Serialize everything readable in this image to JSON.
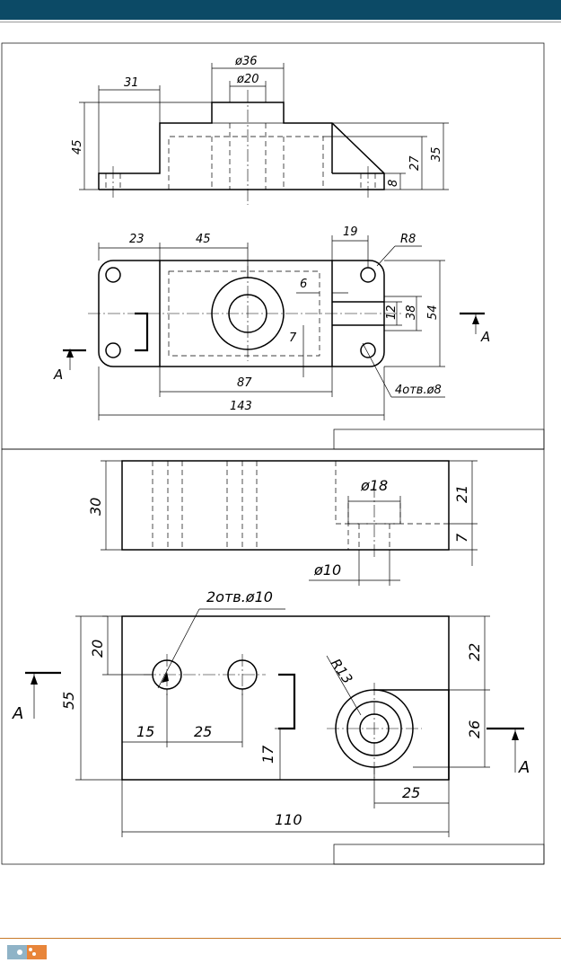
{
  "colors": {
    "header_bar": "#0c4a66",
    "header_line": "#9a9a9a",
    "footer_line": "#c87a2a",
    "logo_orange": "#e8853a",
    "logo_blue": "#8fb3c7",
    "drawing": "#000000"
  },
  "icons": {
    "logo": "publisher-logo-icon",
    "section_arrow": "section-arrow-icon"
  },
  "drawing1": {
    "top_view_dims": {
      "d36": "ø36",
      "d20": "ø20",
      "l31": "31",
      "h45": "45",
      "h35": "35",
      "h27": "27",
      "h8": "8"
    },
    "plan_view_dims": {
      "l23": "23",
      "l45": "45",
      "l19": "19",
      "r8": "R8",
      "l6": "6",
      "h12": "12",
      "h38": "38",
      "h54": "54",
      "l7": "7",
      "l87": "87",
      "l143": "143",
      "holes": "4отв.ø8"
    },
    "section_left": "A",
    "section_right": "A"
  },
  "drawing2": {
    "front_view_dims": {
      "h30": "30",
      "d18": "ø18",
      "h21": "21",
      "h7": "7",
      "d10": "ø10"
    },
    "plan_view_dims": {
      "holes": "2отв.ø10",
      "h20": "20",
      "h55": "55",
      "l15": "15",
      "l25a": "25",
      "l17": "17",
      "r13": "R13",
      "h22": "22",
      "h26": "26",
      "l25b": "25",
      "l110": "110"
    },
    "section_left": "A",
    "section_right": "A"
  }
}
